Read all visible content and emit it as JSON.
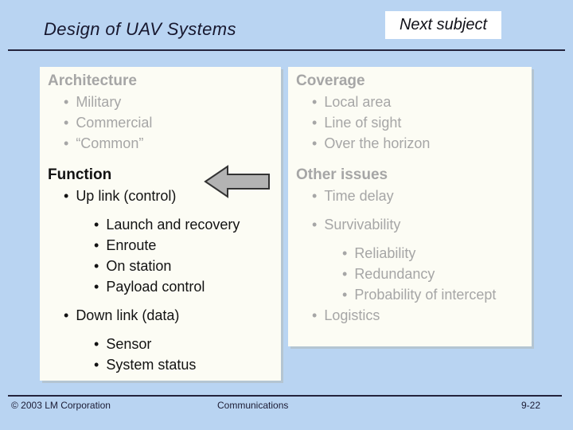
{
  "header": {
    "title": "Design of UAV Systems",
    "next_button_label": "Next subject"
  },
  "panels": [
    {
      "name": "architecture-function-panel",
      "sections": [
        {
          "heading": "Architecture",
          "tone": "gray",
          "items": [
            {
              "text": "Military",
              "level": 1
            },
            {
              "text": "Commercial",
              "level": 1
            },
            {
              "text": "“Common”",
              "level": 1
            }
          ]
        },
        {
          "heading": "Function",
          "tone": "black",
          "items": [
            {
              "text": "Up link (control)",
              "level": 1
            },
            {
              "text": "Launch and recovery",
              "level": 2,
              "gap": true
            },
            {
              "text": "Enroute",
              "level": 2
            },
            {
              "text": "On station",
              "level": 2
            },
            {
              "text": "Payload control",
              "level": 2
            },
            {
              "text": "Down link (data)",
              "level": 1,
              "gap": true
            },
            {
              "text": "Sensor",
              "level": 2,
              "gap": true
            },
            {
              "text": "System status",
              "level": 2
            }
          ]
        }
      ]
    },
    {
      "name": "coverage-issues-panel",
      "sections": [
        {
          "heading": "Coverage",
          "tone": "gray",
          "items": [
            {
              "text": "Local area",
              "level": 1
            },
            {
              "text": "Line of sight",
              "level": 1
            },
            {
              "text": "Over the horizon",
              "level": 1
            }
          ]
        },
        {
          "heading": "Other issues",
          "tone": "gray",
          "items": [
            {
              "text": "Time delay",
              "level": 1
            },
            {
              "text": "Survivability",
              "level": 1,
              "gap": true
            },
            {
              "text": "Reliability",
              "level": 2,
              "gap": true
            },
            {
              "text": "Redundancy",
              "level": 2
            },
            {
              "text": "Probability of intercept",
              "level": 2
            },
            {
              "text": "Logistics",
              "level": 1
            }
          ]
        }
      ]
    }
  ],
  "arrow_icon": "left-block-arrow",
  "footer": {
    "copyright": "© 2003 LM Corporation",
    "section": "Communications",
    "page_number": "9-22"
  },
  "colors": {
    "background": "#b9d4f2",
    "panel": "#fcfcf4",
    "gray_text": "#a6a6a6",
    "dark_text": "#121212",
    "title_text": "#17172e",
    "arrow_fill": "#b3b3b3",
    "arrow_outline": "#333333",
    "rule": "#23233c"
  }
}
